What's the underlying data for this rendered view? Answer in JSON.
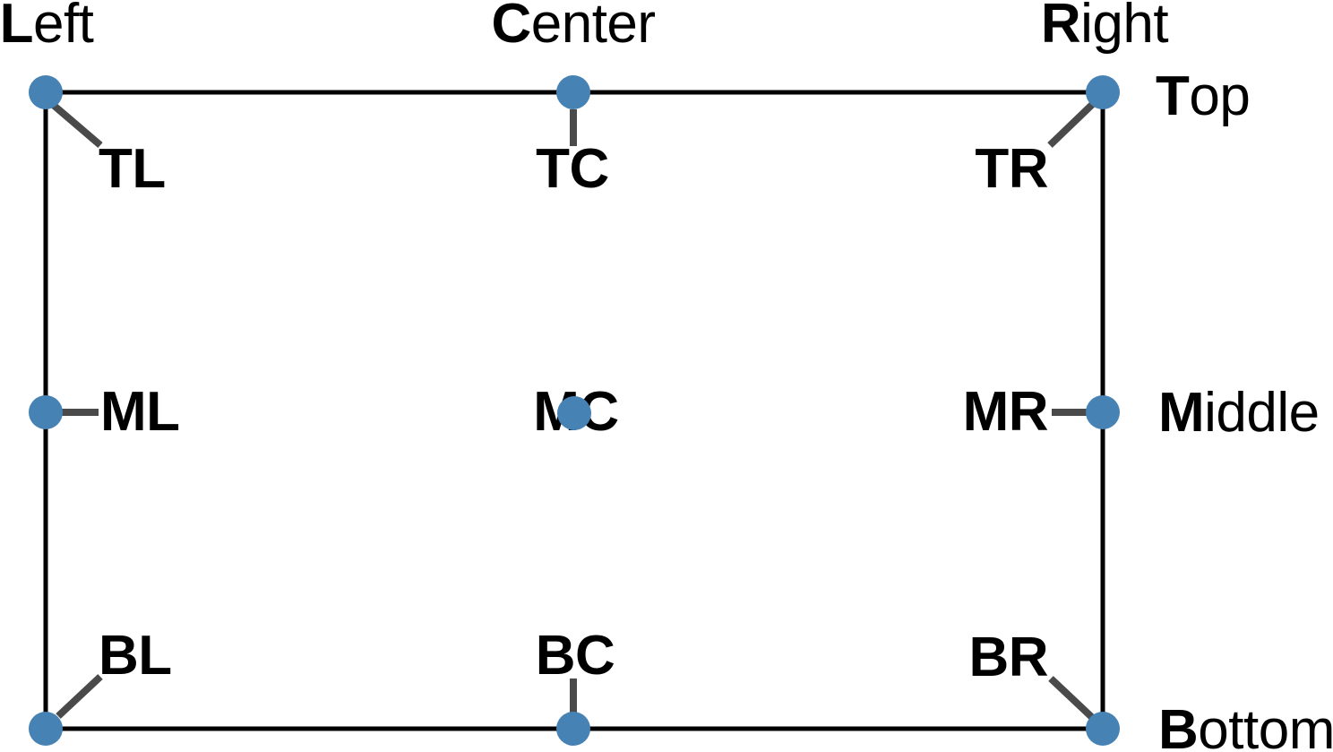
{
  "figure": {
    "description": "Anchor position diagram",
    "columns": [
      {
        "bold": "L",
        "rest": "eft"
      },
      {
        "bold": "C",
        "rest": "enter"
      },
      {
        "bold": "R",
        "rest": "ight"
      }
    ],
    "rows": [
      {
        "bold": "T",
        "rest": "op"
      },
      {
        "bold": "M",
        "rest": "iddle"
      },
      {
        "bold": "B",
        "rest": "ottom"
      }
    ],
    "anchors": {
      "tl": "TL",
      "tc": "TC",
      "tr": "TR",
      "ml": "ML",
      "mc": "MC",
      "mr": "MR",
      "bl": "BL",
      "bc": "BC",
      "br": "BR"
    },
    "colors": {
      "dot": "#4682B4",
      "connector": "#4a4a4a",
      "border": "#000000",
      "text": "#000000",
      "background": "#ffffff"
    }
  }
}
